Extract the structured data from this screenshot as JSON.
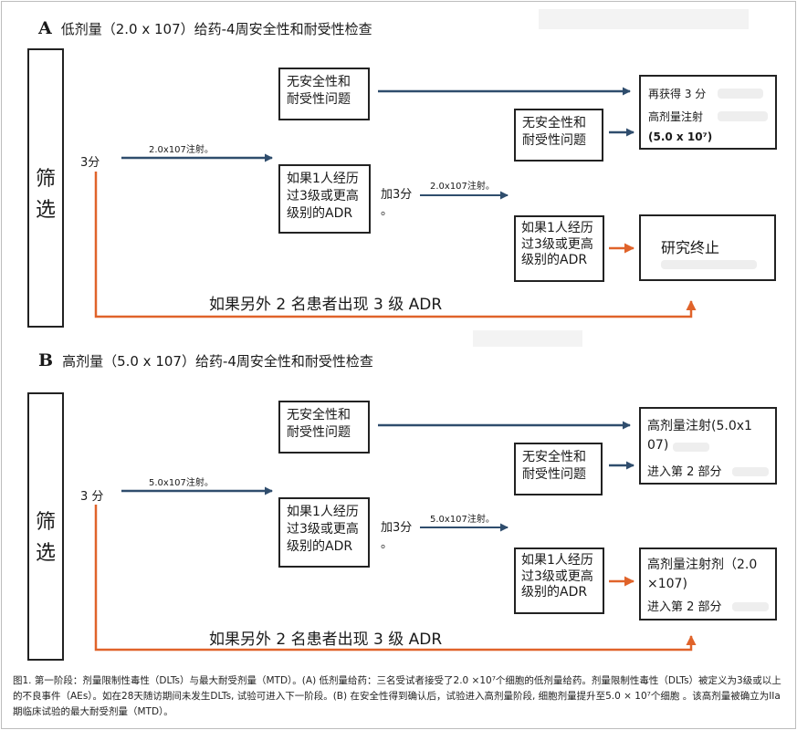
{
  "colors": {
    "blue_arrow": "#2f4d6d",
    "orange_arrow": "#e0632a",
    "box_border": "#222222"
  },
  "panel_a": {
    "letter": "A",
    "title": "低剂量（2.0 x 107）给药-4周安全性和耐受性检查",
    "screen_char_1": "筛",
    "screen_char_2": "选",
    "patients": "3分",
    "dose_label_1": "2.0x107注射。",
    "no_issue_box": "无安全性和耐受性问题",
    "adr_box": "如果1人经历过3级或更高级别的ADR",
    "add_three": "加3分",
    "add_three_dot": "。",
    "dose_label_2": "2.0x107注射。",
    "no_issue_box_2": "无安全性和耐受性问题",
    "adr_box_2": "如果1人经历过3级或更高级别的ADR",
    "result_line_1": "再获得 3 分",
    "result_line_2": "高剂量注射",
    "result_line_3": "(5.0 x 10⁷)",
    "stop_box": "研究终止",
    "extra_adr": "如果另外 2 名患者出现 3 级 ADR"
  },
  "panel_b": {
    "letter": "B",
    "title": "高剂量（5.0 x 107）给药-4周安全性和耐受性检查",
    "screen_char_1": "筛",
    "screen_char_2": "选",
    "patients": "3 分",
    "dose_label_1": "5.0x107注射。",
    "no_issue_box": "无安全性和耐受性问题",
    "adr_box": "如果1人经历过3级或更高级别的ADR",
    "add_three": "加3分",
    "add_three_dot": "。",
    "dose_label_2": "5.0x107注射。",
    "no_issue_box_2": "无安全性和耐受性问题",
    "adr_box_2": "如果1人经历过3级或更高级别的ADR",
    "result_a_line_1": "高剂量注射(5.0x1",
    "result_a_line_2": "07)",
    "result_a_line_3": "进入第 2 部分",
    "result_b_line_1": "高剂量注射剂（2.0",
    "result_b_line_2": "×107)",
    "result_b_line_3": "进入第 2 部分",
    "extra_adr": "如果另外 2 名患者出现 3 级 ADR"
  },
  "caption": "图1. 第一阶段：剂量限制性毒性（DLTs）与最大耐受剂量（MTD）。(A) 低剂量给药：三名受试者接受了2.0 ×10⁷个细胞的低剂量给药。剂量限制性毒性（DLTs）被定义为3级或以上的不良事件（AEs）。如在28天随访期间未发生DLTs, 试验可进入下一阶段。(B) 在安全性得到确认后，试验进入高剂量阶段, 细胞剂量提升至5.0 × 10⁷个细胞 。该高剂量被确立为IIa期临床试验的最大耐受剂量（MTD）。"
}
